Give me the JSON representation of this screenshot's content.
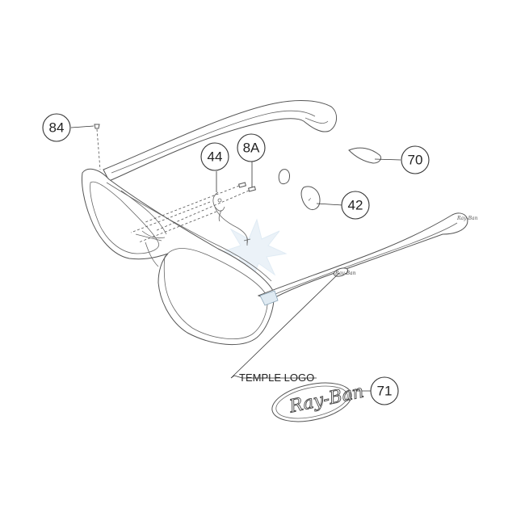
{
  "diagram": {
    "callouts": [
      {
        "id": "84",
        "label": "84"
      },
      {
        "id": "44",
        "label": "44"
      },
      {
        "id": "8A",
        "label": "8A"
      },
      {
        "id": "70",
        "label": "70"
      },
      {
        "id": "42",
        "label": "42"
      },
      {
        "id": "71",
        "label": "71"
      }
    ],
    "temple_logo_label": "TEMPLE LOGO",
    "logo_badge_text": "Ray-Ban",
    "temple_mark_text": "Ray-Ban",
    "colors": {
      "line": "#555555",
      "watermark": "#c8dcec"
    }
  }
}
